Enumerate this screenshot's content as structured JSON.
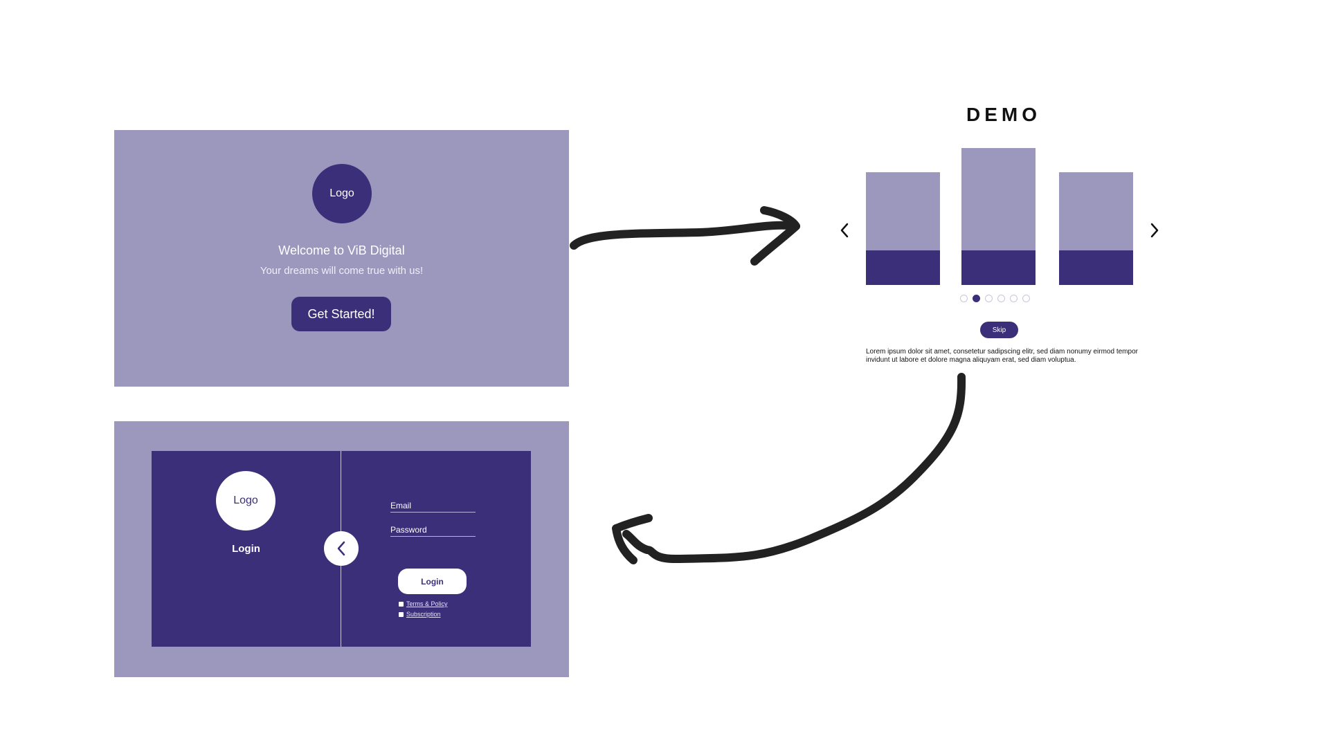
{
  "colors": {
    "light_purple": "#9b97bd",
    "dark_purple": "#3a2f78",
    "white": "#ffffff",
    "arrow": "#222222"
  },
  "welcome": {
    "logo_label": "Logo",
    "title": "Welcome to ViB Digital",
    "subtitle": "Your dreams will come true with us!",
    "cta_label": "Get Started!"
  },
  "demo": {
    "heading": "DEMO",
    "prev_icon": "chevron-left-icon",
    "next_icon": "chevron-right-icon",
    "slides": [
      {
        "name": "slide-1"
      },
      {
        "name": "slide-2"
      },
      {
        "name": "slide-3"
      }
    ],
    "dots_total": 6,
    "active_dot": 2,
    "skip_label": "Skip",
    "body_text": "Lorem ipsum dolor sit amet, consetetur sadipscing elitr, sed diam nonumy eirmod tempor invidunt ut labore et dolore magna aliquyam erat, sed diam voluptua."
  },
  "login": {
    "logo_label": "Logo",
    "title": "Login",
    "back_icon": "chevron-left-icon",
    "email_placeholder": "Email",
    "password_placeholder": "Password",
    "submit_label": "Login",
    "checkboxes": [
      "Terms & Policy",
      "Subscription"
    ]
  }
}
